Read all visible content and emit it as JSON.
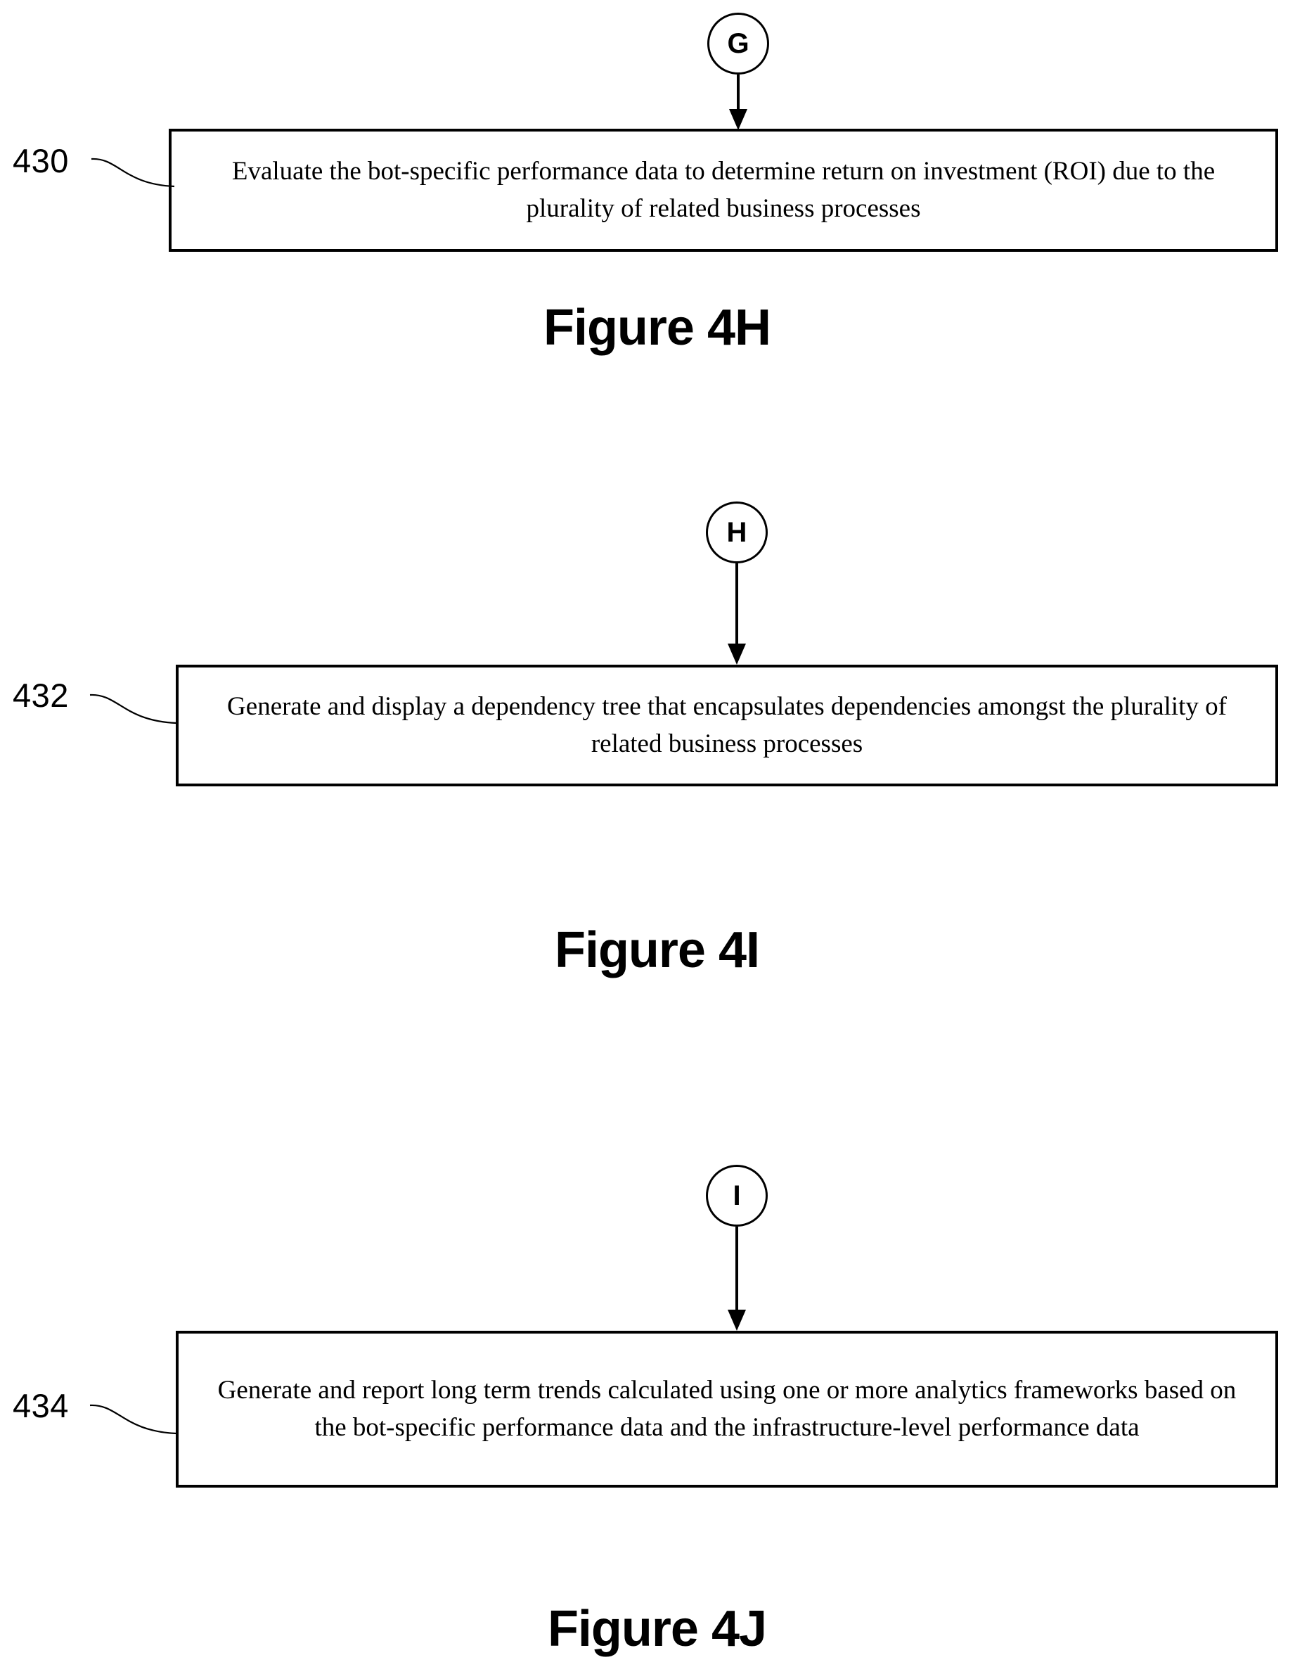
{
  "document": {
    "type": "patent-flowchart-sheet",
    "background_color": "#ffffff",
    "ink_color": "#000000"
  },
  "figures": [
    {
      "id": "figure-4h",
      "caption": "Figure 4H",
      "connector": {
        "label": "G",
        "name": "connector-node-g"
      },
      "arrow": {
        "direction": "down"
      },
      "step": {
        "ref": "430",
        "text": "Evaluate the bot-specific performance data to determine return on investment (ROI) due to the plurality of related business processes"
      }
    },
    {
      "id": "figure-4i",
      "caption": "Figure 4I",
      "connector": {
        "label": "H",
        "name": "connector-node-h"
      },
      "arrow": {
        "direction": "down"
      },
      "step": {
        "ref": "432",
        "text": "Generate and display a dependency tree that encapsulates dependencies amongst the plurality of related business processes"
      }
    },
    {
      "id": "figure-4j",
      "caption": "Figure 4J",
      "connector": {
        "label": "I",
        "name": "connector-node-i"
      },
      "arrow": {
        "direction": "down"
      },
      "step": {
        "ref": "434",
        "text": "Generate and report long term trends calculated using one or more analytics frameworks based on the bot-specific performance data and the infrastructure-level performance data"
      }
    }
  ]
}
